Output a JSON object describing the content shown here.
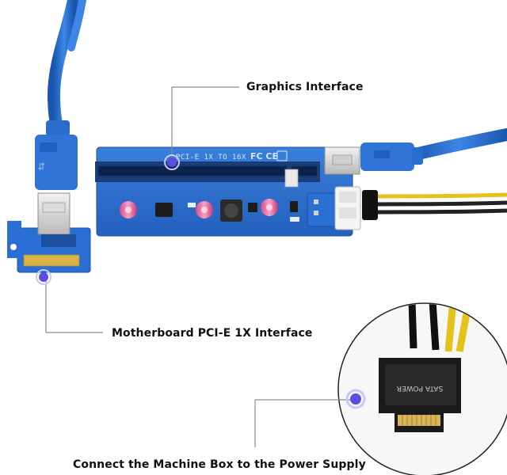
{
  "callouts": {
    "graphics_interface": "Graphics Interface",
    "motherboard_interface": "Motherboard PCI-E 1X Interface",
    "power_supply": "Connect the Machine Box to the Power Supply"
  },
  "board": {
    "silkscreen": "PCI-E 1X TO 16X",
    "cert_marks": "FC CE"
  },
  "connector": {
    "sata_label": "SATA POWER"
  },
  "colors": {
    "board_blue": "#2d6fd0",
    "cable_blue": "#1f66c7",
    "accent_purple": "#5b4de0",
    "leader_line": "#8a8a8a",
    "wire_yellow": "#e5c21a",
    "wire_black": "#222222"
  }
}
